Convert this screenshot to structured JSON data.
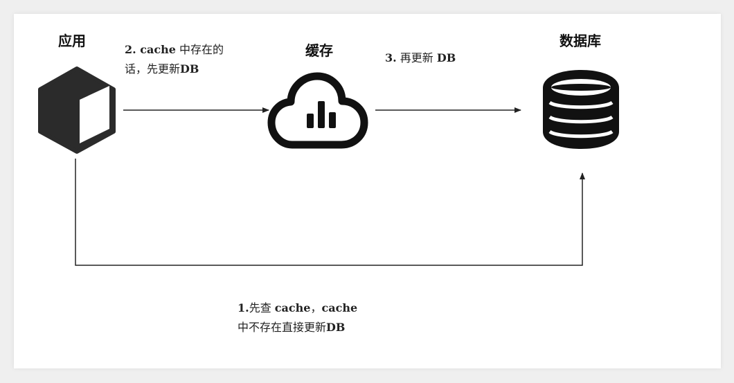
{
  "nodes": {
    "app": {
      "label": "应用",
      "icon": "cube-icon"
    },
    "cache": {
      "label": "缓存",
      "icon": "cloud-chart-icon"
    },
    "db": {
      "label": "数据库",
      "icon": "database-icon"
    }
  },
  "edges": {
    "app_to_cache": {
      "line1_bold": "2. cache",
      "line1_rest": " 中存在的",
      "line2_rest": "话，先更新",
      "line2_bold": "DB"
    },
    "cache_to_db": {
      "bold": "3.",
      "rest": " 再更新 ",
      "bold2": "DB"
    },
    "app_to_db": {
      "line1_bold": "1.",
      "line1_rest": "先查 ",
      "line1_bold2": "cache",
      "line1_rest2": "，",
      "line1_bold3": "cache",
      "line2_rest": "中不存在直接更新",
      "line2_bold": "DB"
    }
  },
  "colors": {
    "icon": "#111111",
    "cube_top": "#2e2e2e",
    "cube_left": "#3a3a3a",
    "cube_right": "#ffffff",
    "line": "#222222"
  }
}
